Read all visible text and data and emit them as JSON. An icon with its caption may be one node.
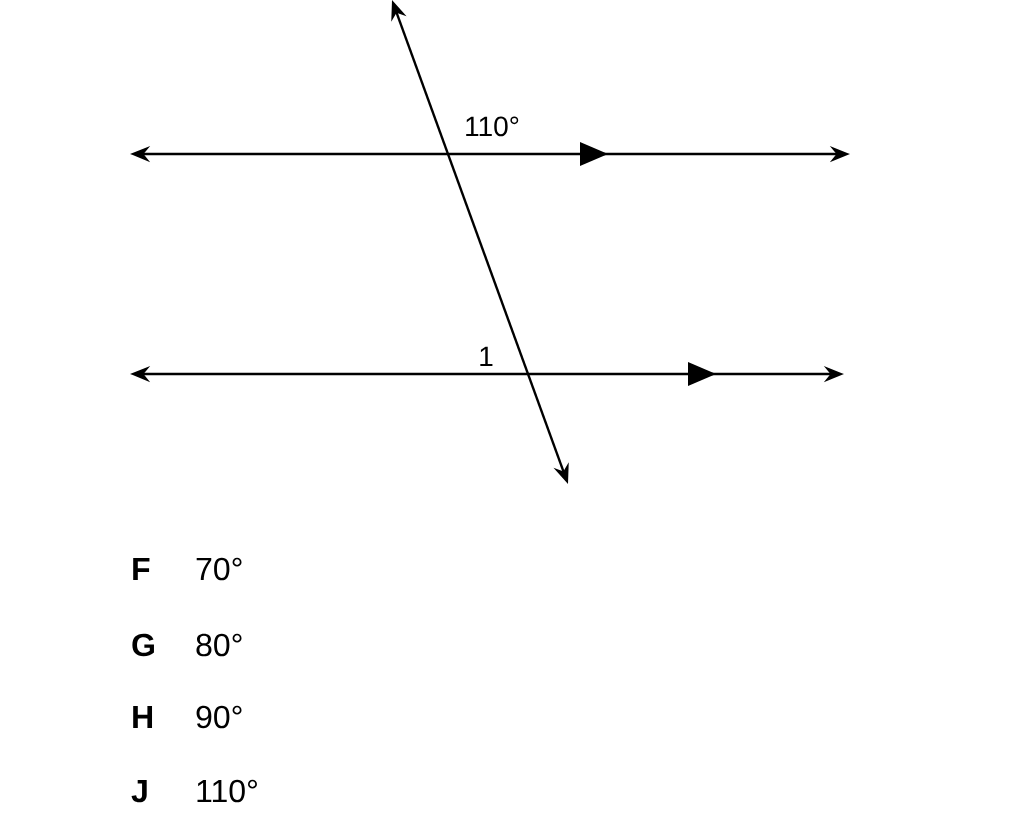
{
  "diagram": {
    "labels": [
      "110°",
      "1",
      "F",
      "70°",
      "G",
      "80°",
      "H",
      "90°",
      "J",
      "110°"
    ]
  }
}
